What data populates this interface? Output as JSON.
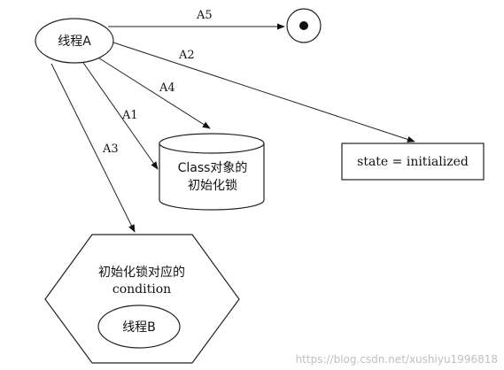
{
  "nodes": {
    "thread_a": "线程A",
    "class_lock_line1": "Class对象的",
    "class_lock_line2": "初始化锁",
    "state_box": "state = initialized",
    "condition_line1": "初始化锁对应的",
    "condition_line2": "condition",
    "thread_b": "线程B"
  },
  "edges": {
    "a5": "A5",
    "a2": "A2",
    "a4": "A4",
    "a1": "A1",
    "a3": "A3"
  },
  "watermark": "https://blog.csdn.net/xushiyu1996818"
}
